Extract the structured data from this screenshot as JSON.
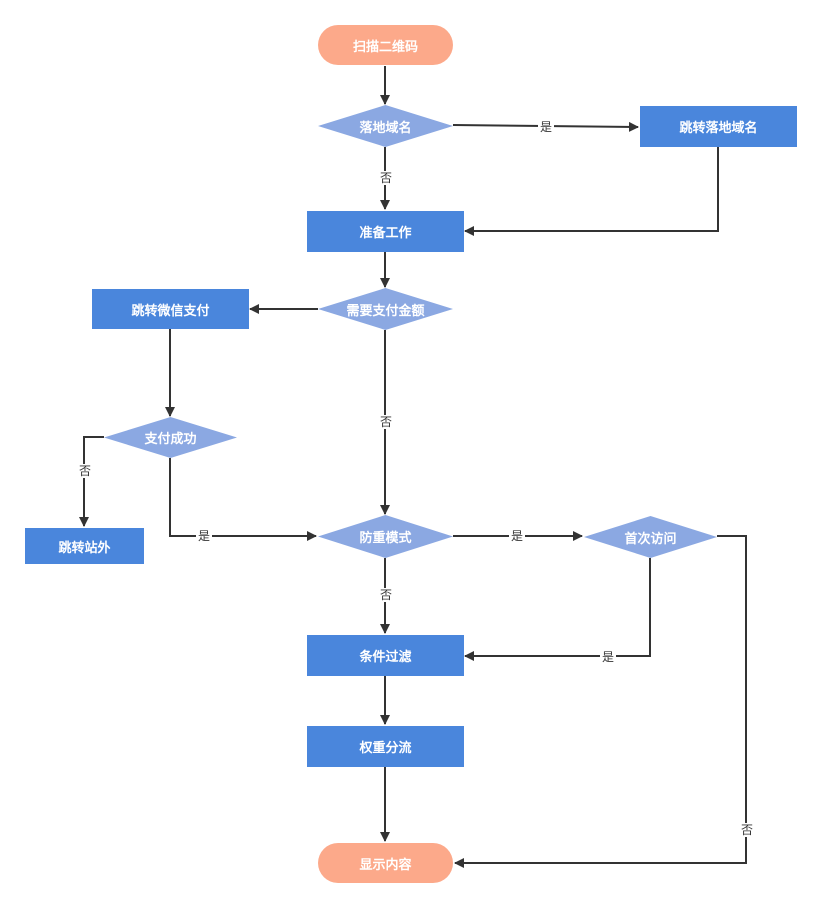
{
  "nodes": {
    "start": "扫描二维码",
    "landing_domain": "落地域名",
    "goto_landing_domain": "跳转落地域名",
    "prepare": "准备工作",
    "need_payment": "需要支付金额",
    "goto_wechat_pay": "跳转微信支付",
    "pay_success": "支付成功",
    "goto_offsite": "跳转站外",
    "anti_repeat": "防重模式",
    "first_visit": "首次访问",
    "condition_filter": "条件过滤",
    "weight_split": "权重分流",
    "show_content": "显示内容"
  },
  "edge_labels": {
    "landing_yes": "是",
    "landing_no": "否",
    "payment_no": "否",
    "pay_fail_no": "否",
    "pay_success_yes": "是",
    "anti_repeat_yes": "是",
    "anti_repeat_no": "否",
    "first_visit_yes": "是",
    "first_visit_no": "否"
  },
  "colors": {
    "terminal": "#fca98a",
    "process": "#4a86dc",
    "decision": "#8ba8e2",
    "edge": "#333333"
  }
}
